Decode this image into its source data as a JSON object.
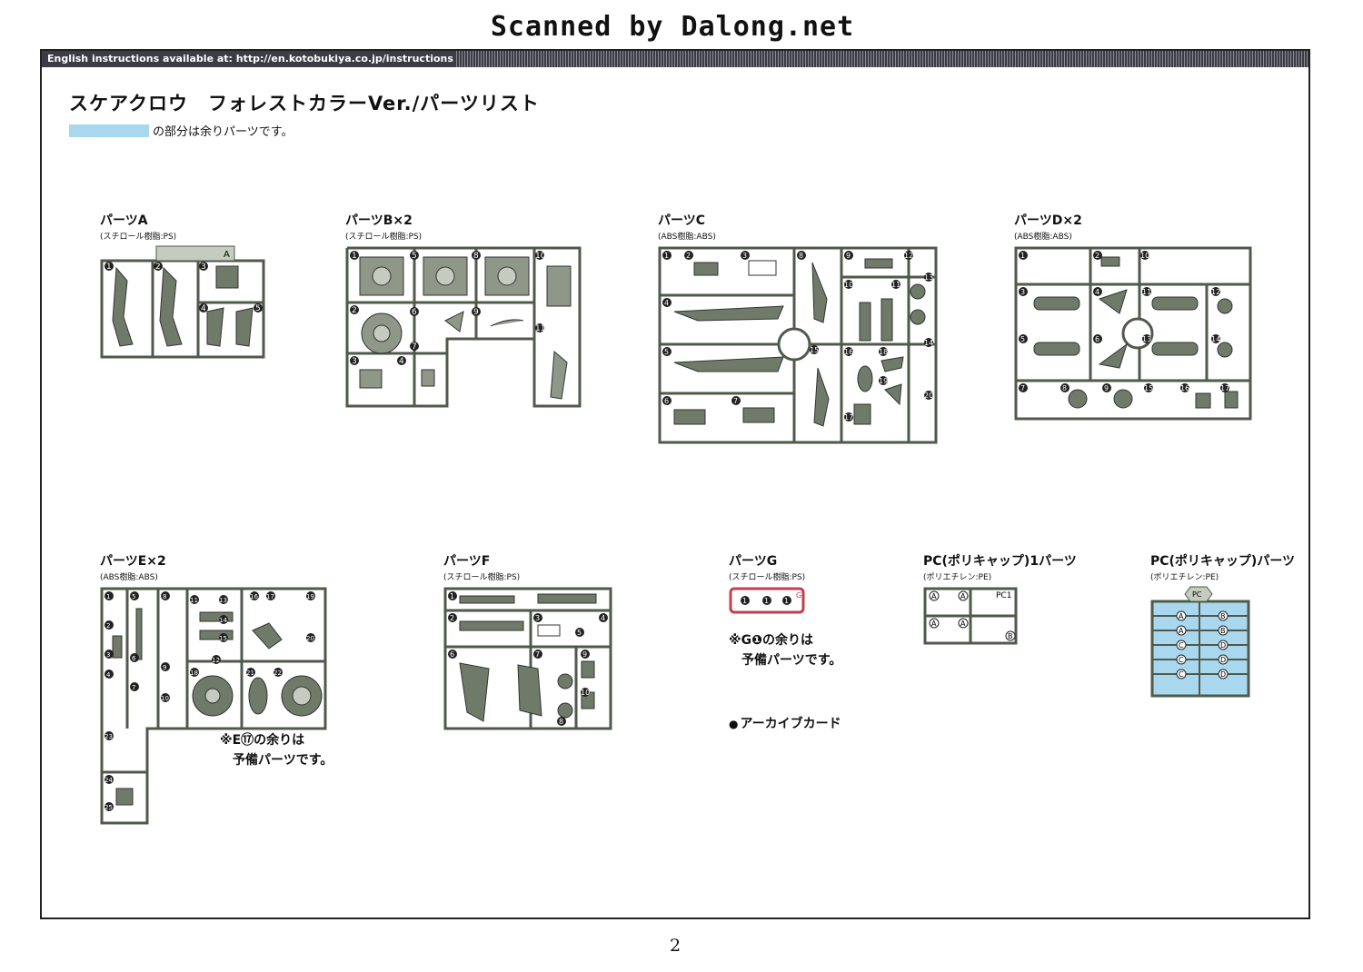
{
  "header": {
    "scan_credit": "Scanned by Dalong.net",
    "english_note": "English instructions available at: http://en.kotobukiya.co.jp/instructions"
  },
  "title": "スケアクロウ　フォレストカラーVer./パーツリスト",
  "legend_text": "の部分は余りパーツです。",
  "colors": {
    "runner_green": "#4f5a4b",
    "runner_fill": "#c5ccbf",
    "runner_red": "#c04050",
    "spare_blue": "#a9d8ee",
    "banner": "#3c3c44"
  },
  "parts": [
    {
      "name": "パーツA",
      "material": "(スチロール樹脂:PS)",
      "tag": "A",
      "numbers": [
        "1",
        "2",
        "3",
        "4",
        "5"
      ]
    },
    {
      "name": "パーツB×2",
      "material": "(スチロール樹脂:PS)",
      "tag": "B",
      "numbers": [
        "1",
        "2",
        "3",
        "4",
        "5",
        "6",
        "7",
        "8",
        "9",
        "10",
        "11"
      ]
    },
    {
      "name": "パーツC",
      "material": "(ABS樹脂:ABS)",
      "tag": "C",
      "numbers": [
        "1",
        "2",
        "3",
        "4",
        "5",
        "6",
        "7",
        "8",
        "9",
        "10",
        "11",
        "12",
        "13",
        "14",
        "15",
        "16",
        "17",
        "18",
        "19",
        "20"
      ]
    },
    {
      "name": "パーツD×2",
      "material": "(ABS樹脂:ABS)",
      "tag": "D",
      "numbers": [
        "1",
        "2",
        "3",
        "4",
        "5",
        "6",
        "7",
        "8",
        "9",
        "10",
        "11",
        "12",
        "13",
        "14",
        "15",
        "16",
        "17"
      ]
    },
    {
      "name": "パーツE×2",
      "material": "(ABS樹脂:ABS)",
      "tag": "E",
      "numbers": [
        "1",
        "2",
        "3",
        "4",
        "5",
        "6",
        "7",
        "8",
        "9",
        "10",
        "11",
        "12",
        "13",
        "14",
        "15",
        "16",
        "17",
        "18",
        "19",
        "20",
        "21",
        "22",
        "23",
        "24",
        "25"
      ]
    },
    {
      "name": "パーツF",
      "material": "(スチロール樹脂:PS)",
      "tag": "F",
      "numbers": [
        "1",
        "2",
        "3",
        "4",
        "5",
        "6",
        "7",
        "8",
        "9",
        "10"
      ]
    },
    {
      "name": "パーツG",
      "material": "(スチロール樹脂:PS)",
      "tag": "G",
      "numbers": [
        "1"
      ]
    },
    {
      "name": "PC(ポリキャップ)1パーツ",
      "material": "(ポリエチレン:PE)",
      "tag": "PC1",
      "numbers": [
        "A",
        "B"
      ]
    },
    {
      "name": "PC(ポリキャップ)パーツ",
      "material": "(ポリエチレン:PE)",
      "tag": "PC",
      "numbers": [
        "A",
        "B",
        "C",
        "D"
      ]
    }
  ],
  "notes": {
    "e_spare_line1": "※E⑰の余りは",
    "e_spare_line2": "予備パーツです。",
    "g_spare_line1": "※G❶の余りは",
    "g_spare_line2": "予備パーツです。",
    "archive_card": "アーカイブカード",
    "archive_bullet": "●"
  },
  "page_number": "2"
}
